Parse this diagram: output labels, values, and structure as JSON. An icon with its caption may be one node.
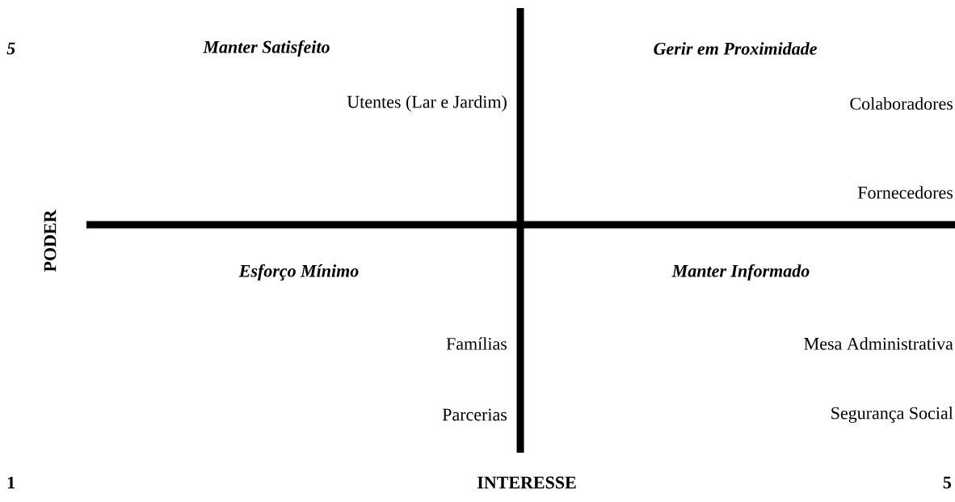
{
  "diagram": {
    "labels": [
      "5",
      "Manter Satisfeito",
      "Gerir em Proximidade",
      "Utentes (Lar e Jardim)",
      "Colaboradores",
      "Fornecedores",
      "PODER",
      "Esforço Mínimo",
      "Manter Informado",
      "Famílias",
      "Mesa Administrativa",
      "Parcerias",
      "Segurança Social",
      "1",
      "INTERESSE",
      "5"
    ]
  }
}
